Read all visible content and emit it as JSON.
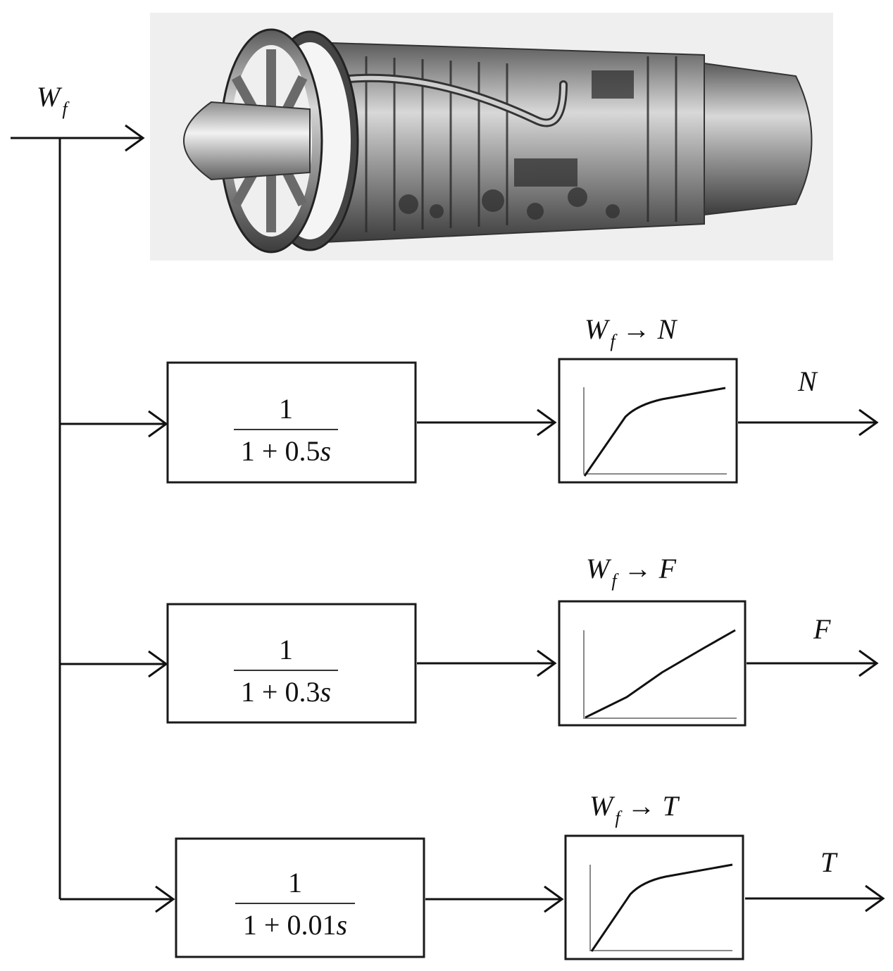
{
  "input": {
    "symbol": "W",
    "subscript": "f"
  },
  "engine": {
    "icon": "jet-engine-icon"
  },
  "branches": [
    {
      "numerator": "1",
      "denominator": "1 + 0.5",
      "variable": "s",
      "map_title": "N",
      "output": "N"
    },
    {
      "numerator": "1",
      "denominator": "1 + 0.3",
      "variable": "s",
      "map_title": "F",
      "output": "F"
    },
    {
      "numerator": "1",
      "denominator": "1 + 0.01",
      "variable": "s",
      "map_title": "T",
      "output": "T"
    }
  ],
  "map_arrow": "→",
  "colors": {
    "line": "#111111",
    "box": "#1a1a1a",
    "plot_axis": "#8a8a8a"
  }
}
